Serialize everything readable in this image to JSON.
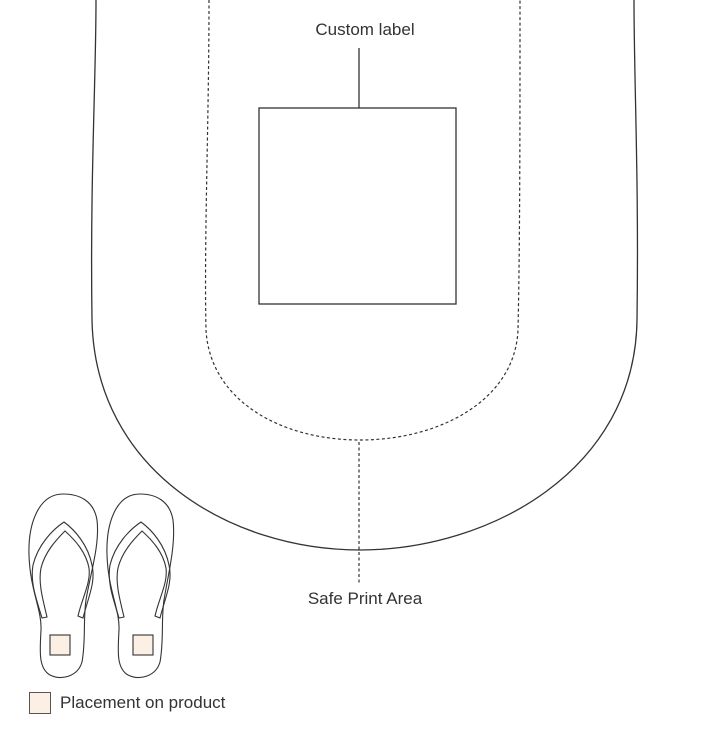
{
  "labels": {
    "custom_label": "Custom label",
    "safe_print_area": "Safe Print Area"
  },
  "legend": {
    "text": "Placement on product",
    "swatch_color": "#fcefe3"
  },
  "colors": {
    "outline": "#333333",
    "placement_fill": "#fcefe3"
  }
}
